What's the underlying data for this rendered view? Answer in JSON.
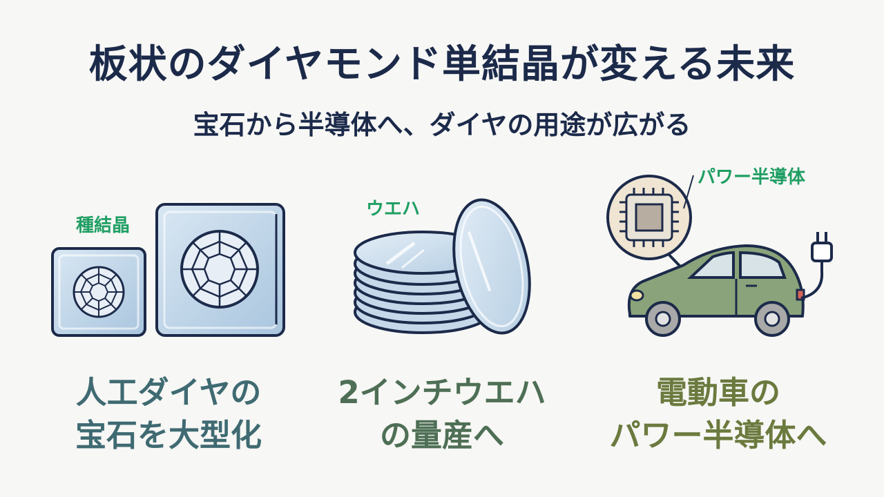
{
  "title": "板状のダイヤモンド単結晶が変える未来",
  "subtitle": "宝石から半導体へ、ダイヤの用途が広がる",
  "panels": [
    {
      "tag": "種結晶",
      "caption_line1": "人工ダイヤの",
      "caption_line2": "宝石を大型化",
      "caption_color": "#3f6a72",
      "icons": [
        "diamond-seed-crystal-icon",
        "large-diamond-crystal-icon"
      ]
    },
    {
      "tag": "ウエハ",
      "caption_line1": "2インチウエハ",
      "caption_line2": "の量産へ",
      "caption_color": "#4e6f55",
      "icons": [
        "wafer-stack-icon"
      ]
    },
    {
      "tag": "パワー半導体",
      "caption_line1": "電動車の",
      "caption_line2": "パワー半導体へ",
      "caption_color": "#6b7a3e",
      "icons": [
        "electric-car-icon",
        "chip-icon",
        "plug-icon"
      ]
    }
  ],
  "colors": {
    "title": "#1c2a4a",
    "tag": "#1f9e63",
    "outline": "#1c2a4a",
    "crystal_fill": "#bdd4e8",
    "car_body": "#8aa37a",
    "chip_bubble": "#efe5d2"
  }
}
